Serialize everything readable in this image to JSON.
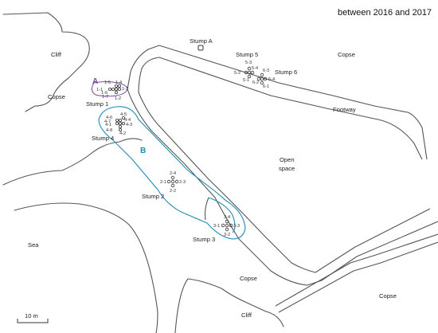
{
  "title": "between 2016 and 2017",
  "colors": {
    "region_a": "#7b4aa0",
    "region_b": "#1d8db3",
    "line": "#555555"
  },
  "areas": {
    "cliff_top": "Cliff",
    "copse_left": "Copse",
    "copse_right_top": "Copse",
    "open_space_line1": "Open",
    "open_space_line2": "space",
    "footway": "Footway",
    "sea": "Sea",
    "copse_bottom_mid": "Copse",
    "cliff_bottom": "Cliff",
    "copse_bottom_right": "Copse"
  },
  "regions": {
    "a": "A",
    "b": "B"
  },
  "stumps": {
    "a": "Stump A",
    "s1": "Stump 1",
    "s2": "Stump 2",
    "s3": "Stump 3",
    "s4": "Stump 4",
    "s5": "Stump 5",
    "s6": "Stump 6"
  },
  "points": {
    "s1": [
      "1-1",
      "1-2",
      "1-3",
      "1-4",
      "1-5",
      "1-6",
      "1-7"
    ],
    "s2": [
      "2-1",
      "2-2",
      "2-3",
      "2-4"
    ],
    "s3": [
      "3-1",
      "3-2",
      "3-3",
      "3-4"
    ],
    "s4": [
      "4-1",
      "4-2",
      "4-3",
      "4-4",
      "4-5",
      "4-6",
      "4-7",
      "4-8"
    ],
    "s5": [
      "5-1",
      "5-2",
      "5-3",
      "5-4"
    ],
    "s6": [
      "6-1",
      "6-2",
      "6-3",
      "6-4"
    ]
  },
  "scale": "10 m"
}
